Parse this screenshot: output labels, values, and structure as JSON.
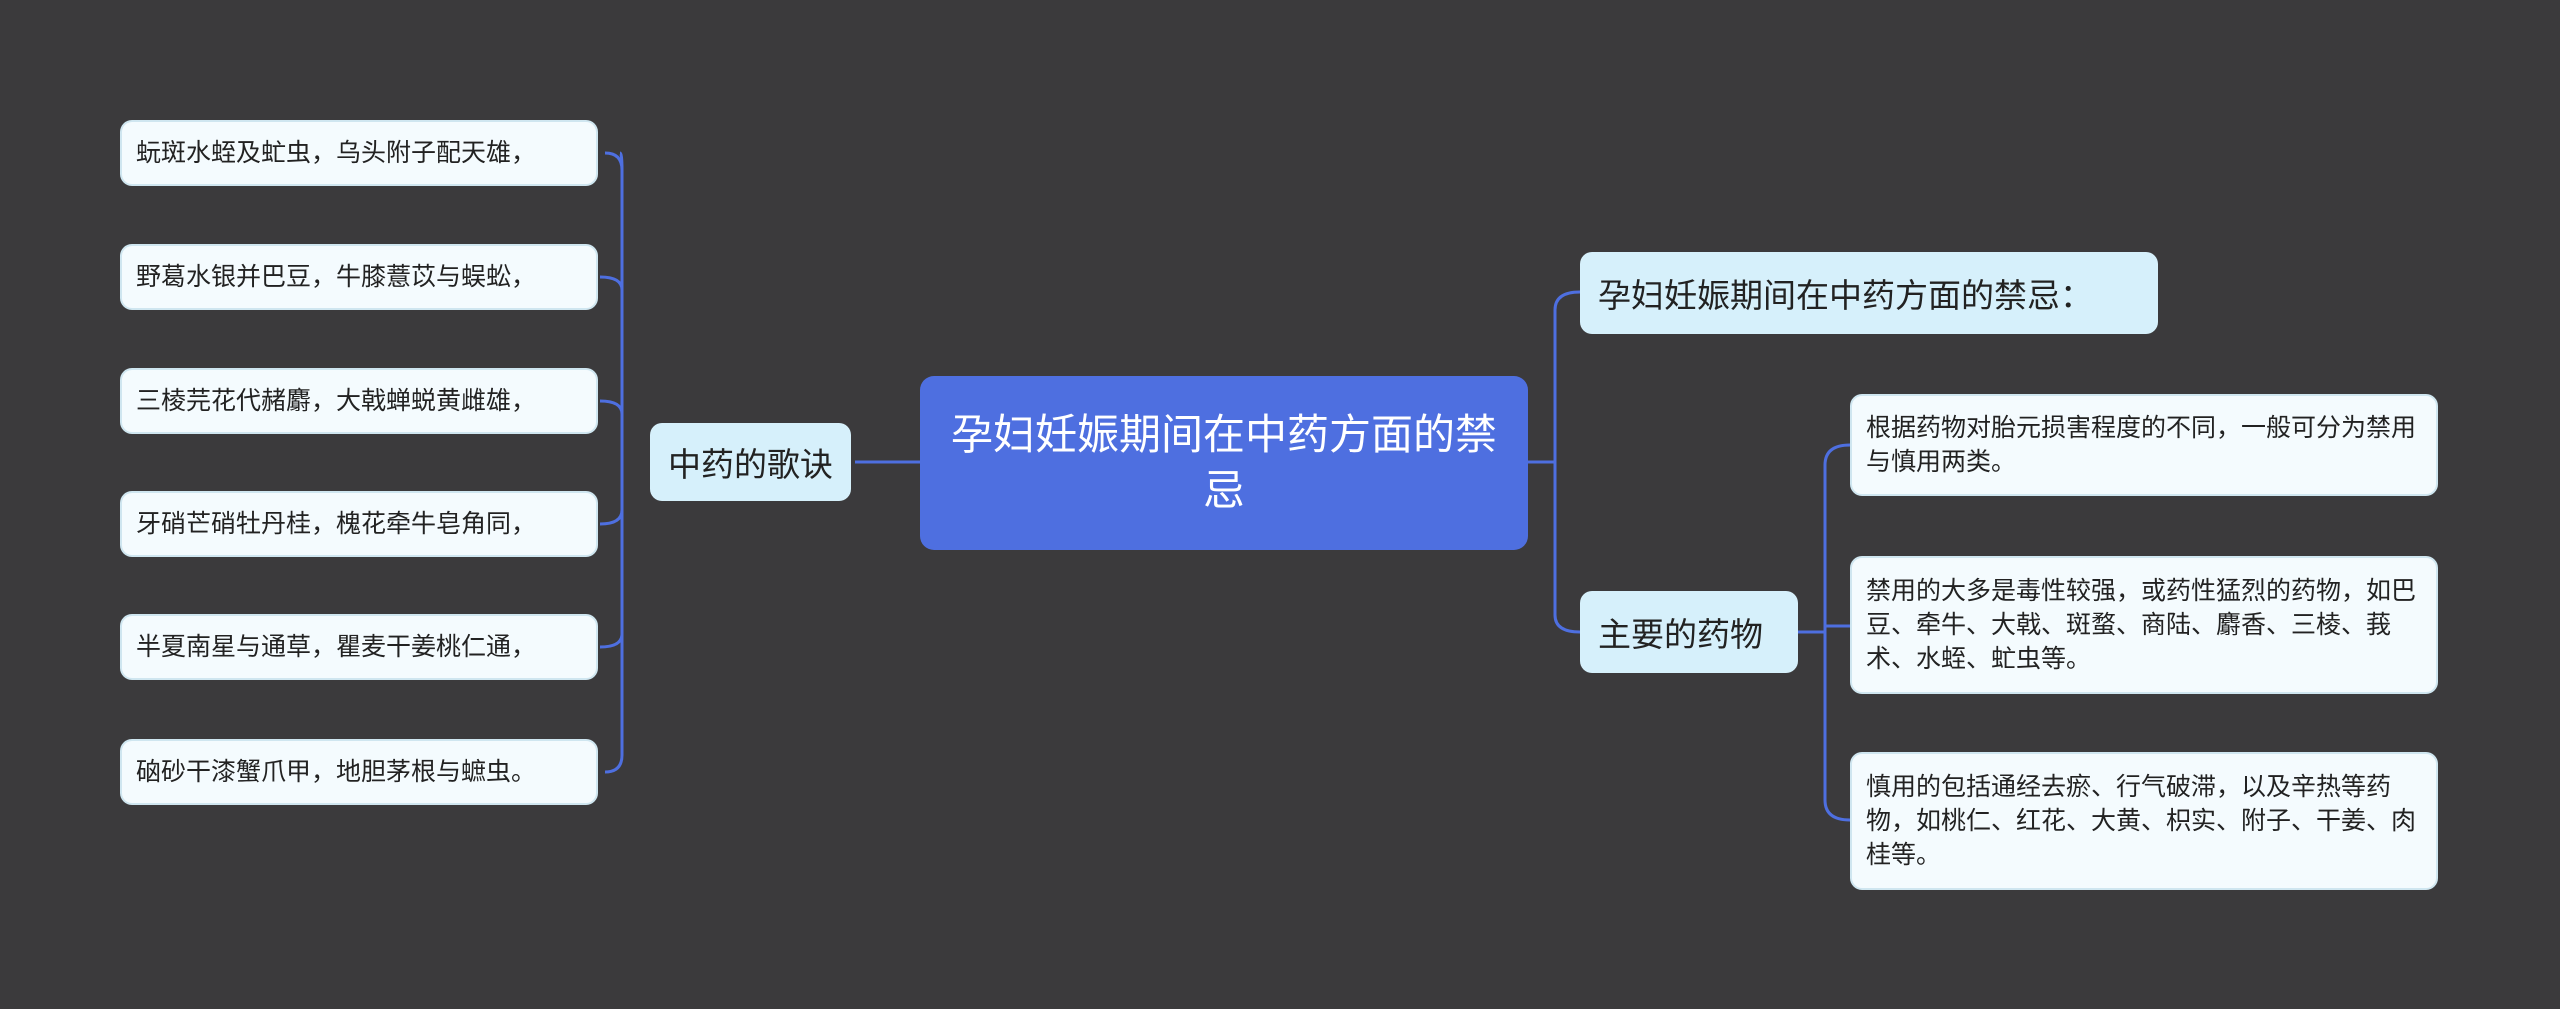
{
  "root": {
    "label": "孕妇妊娠期间在中药方面的禁忌"
  },
  "left_branch": {
    "label": "中药的歌诀",
    "items": [
      "蚖斑水蛭及虻虫，乌头附子配天雄，",
      "野葛水银并巴豆，牛膝薏苡与蜈蚣，",
      "三棱芫花代赭麝，大戟蝉蜕黄雌雄，",
      "牙硝芒硝牡丹桂，槐花牵牛皂角同，",
      "半夏南星与通草，瞿麦干姜桃仁通，",
      "硇砂干漆蟹爪甲，地胆茅根与蟅虫。"
    ]
  },
  "right_branch_1": {
    "label": "孕妇妊娠期间在中药方面的禁忌："
  },
  "right_branch_2": {
    "label": "主要的药物",
    "items": [
      "根据药物对胎元损害程度的不同，一般可分为禁用与慎用两类。",
      "禁用的大多是毒性较强，或药性猛烈的药物，如巴豆、牵牛、大戟、斑蝥、商陆、麝香、三棱、莪术、水蛭、虻虫等。",
      "慎用的包括通经去瘀、行气破滞，以及辛热等药物，如桃仁、红花、大黄、枳实、附子、干姜、肉桂等。"
    ]
  },
  "colors": {
    "background": "#3b3a3c",
    "root": "#4e6fe0",
    "branch": "#d6f0fb",
    "leaf": "#f4fbfe",
    "connector": "#4e6fe0"
  }
}
